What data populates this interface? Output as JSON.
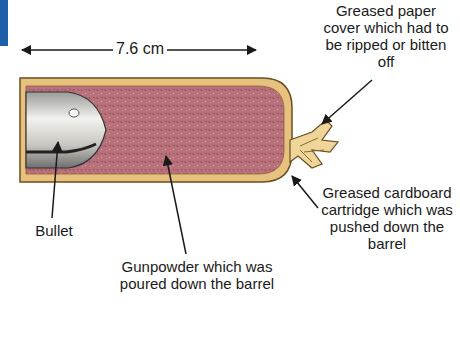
{
  "diagram": {
    "labels": [
      "7.6 cm",
      "Greased paper cover which had to be ripped or bitten off",
      "Bullet",
      "Gunpowder which was poured down the barrel",
      "Greased cardboard cartridge which was pushed down the barrel"
    ]
  }
}
